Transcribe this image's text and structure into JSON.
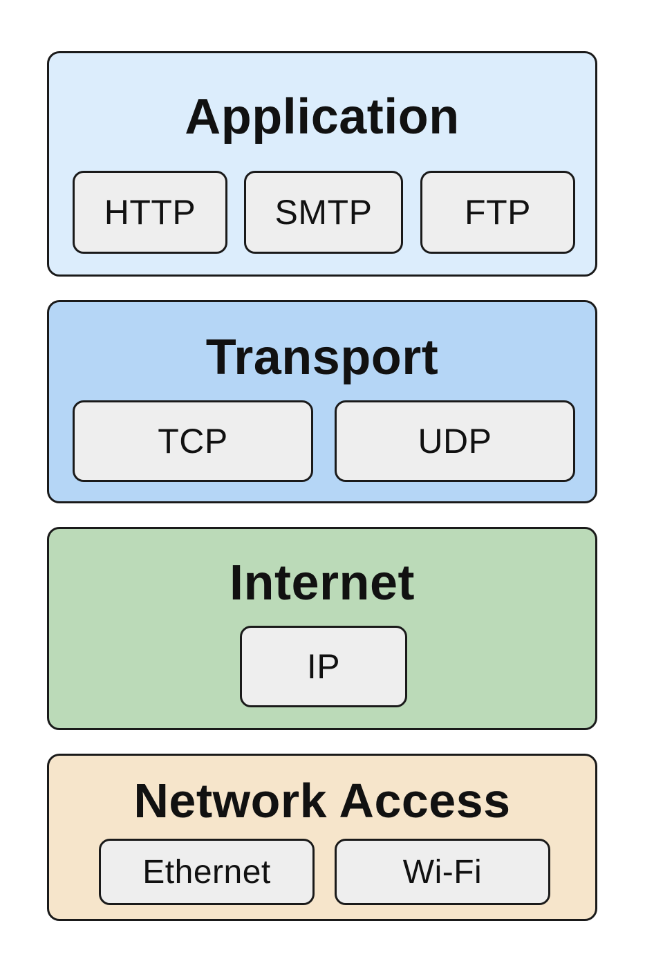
{
  "layers": {
    "application": {
      "title": "Application",
      "color": "#dcedfc",
      "protocols": [
        "HTTP",
        "SMTP",
        "FTP"
      ]
    },
    "transport": {
      "title": "Transport",
      "color": "#b5d6f6",
      "protocols": [
        "TCP",
        "UDP"
      ]
    },
    "internet": {
      "title": "Internet",
      "color": "#bbdab8",
      "protocols": [
        "IP"
      ]
    },
    "network_access": {
      "title": "Network Access",
      "color": "#f6e5cb",
      "protocols": [
        "Ethernet",
        "Wi-Fi"
      ]
    }
  },
  "protocol_box_color": "#eeeeee",
  "border_color": "#1a1a1a"
}
